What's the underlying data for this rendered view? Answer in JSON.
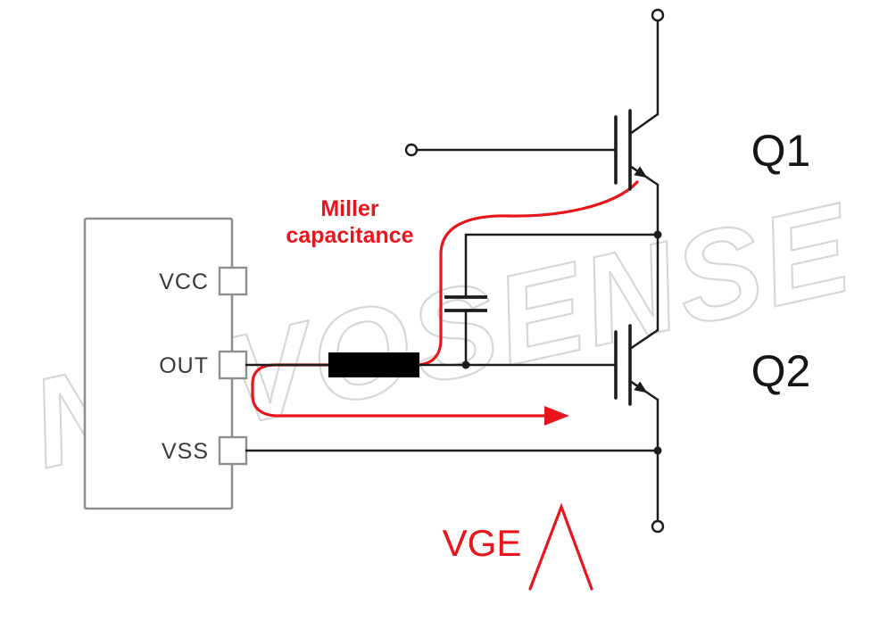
{
  "colors": {
    "accent_red": "#e8151d",
    "wire_black": "#1c1c1c",
    "ic_gray": "#8f8f8f",
    "watermark_gray": "#d7d7d7"
  },
  "watermark": {
    "text": "NOVOSENSE"
  },
  "gate_driver": {
    "pins": [
      {
        "label": "VCC"
      },
      {
        "label": "OUT"
      },
      {
        "label": "VSS"
      }
    ]
  },
  "transistors": [
    {
      "label": "Q1"
    },
    {
      "label": "Q2"
    }
  ],
  "annotations": {
    "miller_line1": "Miller",
    "miller_line2": "capacitance",
    "vge_label": "VGE"
  }
}
